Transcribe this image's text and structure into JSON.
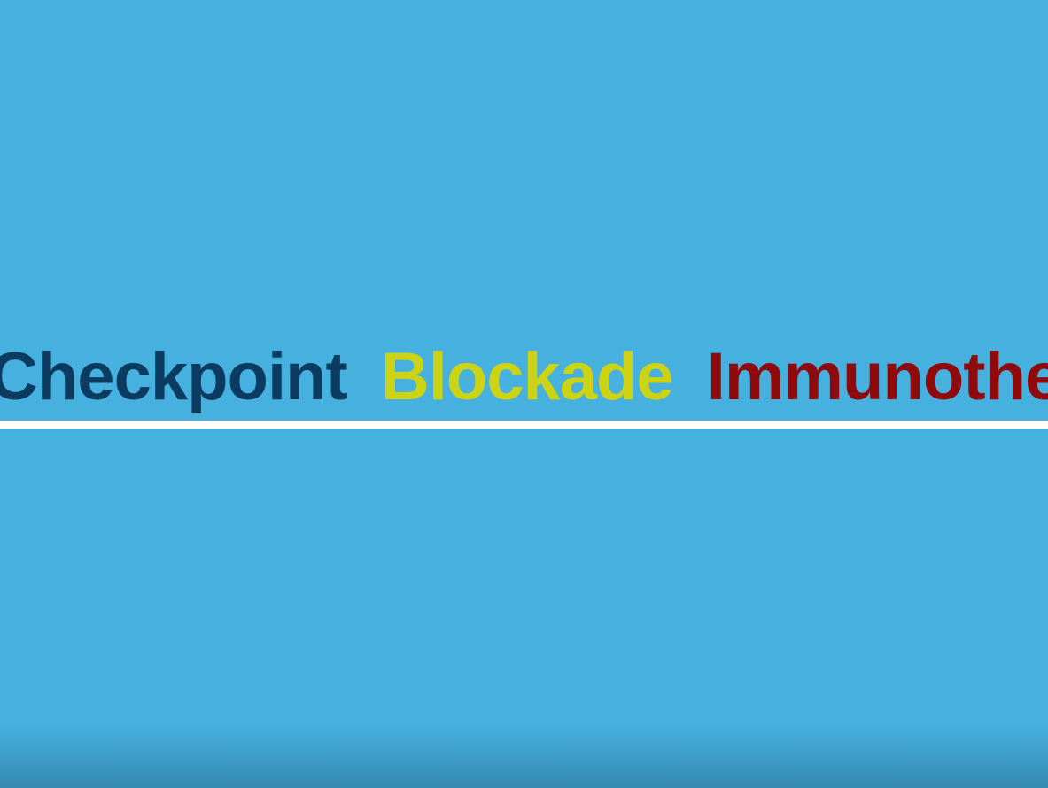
{
  "headline": {
    "word1": "Checkpoint",
    "word2": "Blockade",
    "word3": "Immunotherapy"
  },
  "colors": {
    "background": "#46b0df",
    "word1": "#0b3b61",
    "word2": "#ccd314",
    "word3": "#8e0a0d",
    "rule": "#ffffff"
  }
}
